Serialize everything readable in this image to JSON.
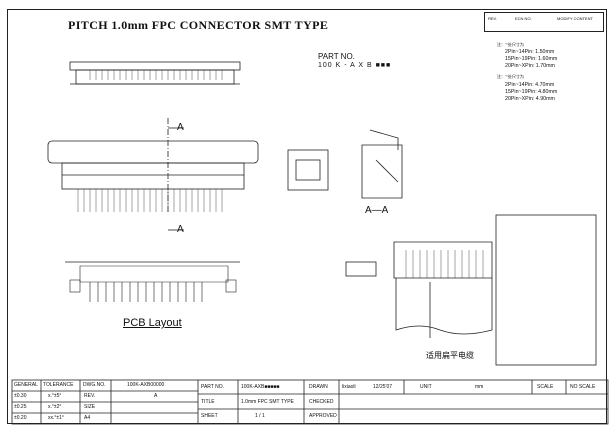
{
  "title": "PITCH 1.0mm FPC CONNECTOR SMT TYPE",
  "rev_header": {
    "rev": "REV.",
    "ecn": "ECN NO.",
    "content": "MODIFY CONTENT"
  },
  "part_no": {
    "label": "PART NO.",
    "code": "100 K - A X B ■■■"
  },
  "notes": {
    "note1_title": "注：\"\"处尺寸为",
    "note1_lines": [
      "2Pin~14Pin: 1.50mm",
      "15Pin~19Pin: 1.60mm",
      "20Pin~XPin: 1.70mm"
    ],
    "note2_title": "注：\"\"处尺寸为",
    "note2_lines": [
      "2Pin~14Pin: 4.70mm",
      "15Pin~19Pin: 4.80mm",
      "20Pin~XPin: 4.90mm"
    ]
  },
  "labels": {
    "section": "A—A",
    "pcb_layout": "PCB Layout",
    "cable_label": "适用扁平电缆",
    "arrow_a": "A"
  },
  "title_block": {
    "general": "GENERAL",
    "tolerance": "TOLERANCE",
    "dwg_no": "DWG.NO.",
    "dwg_value": "100K-AXB00000",
    "part_no": "PART NO.",
    "part_value": "100K-AXB■■■■■",
    "drawn": "DRAWN",
    "drawn_by": "lixiaoli",
    "drawn_date": "12/25'07",
    "unit": "UNIT",
    "unit_value": "mm",
    "scale": "SCALE",
    "scale_value": "NO SCALE",
    "tol1": "±0.30",
    "tol1b": "x.°±5°",
    "tol2": "±0.25",
    "tol2b": "x.°±2°",
    "tol3": "±0.20",
    "tol3b": "xx.°±1°",
    "rev": "REV.",
    "rev_value": "A",
    "size": "SIZE",
    "size_value": "A4",
    "title_label": "TITLE",
    "title_value": "1.0mm FPC SMT TYPE",
    "checked": "CHECKED",
    "sheet": "SHEET",
    "sheet_value": "1 / 1",
    "approved": "APPROVED"
  }
}
